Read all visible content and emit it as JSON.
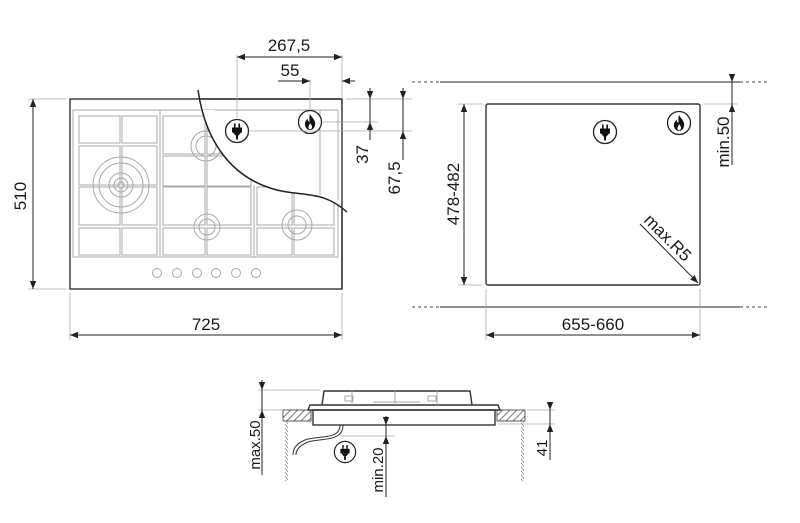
{
  "top_view": {
    "width_label": "725",
    "height_label": "510",
    "plug_offset_label": "267,5",
    "gas_offset_label": "55",
    "gas_depth_label": "37",
    "plug_depth_label": "67,5",
    "burners": [
      "triple-crown-left",
      "rear-center",
      "front-center",
      "front-right"
    ],
    "control_knobs": 6
  },
  "cutout_view": {
    "width_label": "655-660",
    "height_label": "478-482",
    "rear_clearance_label": "min.50",
    "corner_radius_label": "max.R5"
  },
  "side_view": {
    "top_clearance_label": "max.50",
    "bottom_clearance_label": "min.20",
    "depth_label": "41"
  },
  "colors": {
    "line": "#222222",
    "grate": "#a8a8a8",
    "background": "#ffffff"
  }
}
